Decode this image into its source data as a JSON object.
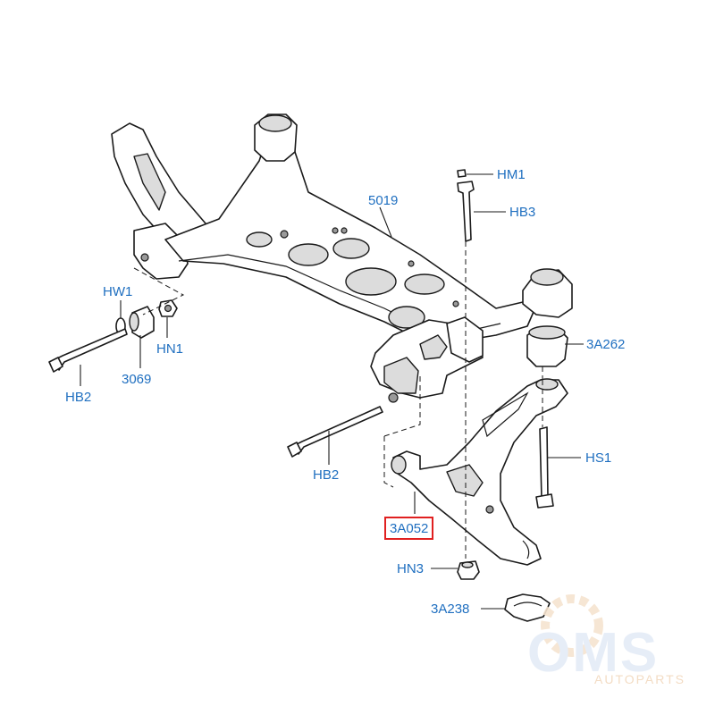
{
  "labels": {
    "hm1": "HM1",
    "hb3": "HB3",
    "x5019": "5019",
    "hw1": "HW1",
    "hn1": "HN1",
    "hb2_left": "HB2",
    "x3069": "3069",
    "x3a262": "3A262",
    "hs1": "HS1",
    "hb2_mid": "HB2",
    "x3a052": "3A052",
    "hn3": "HN3",
    "x3a238": "3A238"
  },
  "highlighted_part": "3A052",
  "colors": {
    "label": "#1f6fc0",
    "highlight_box": "#e02020",
    "line": "#1a1a1a"
  },
  "watermark": {
    "brand": "OMS",
    "sub": "AUTOPARTS"
  }
}
